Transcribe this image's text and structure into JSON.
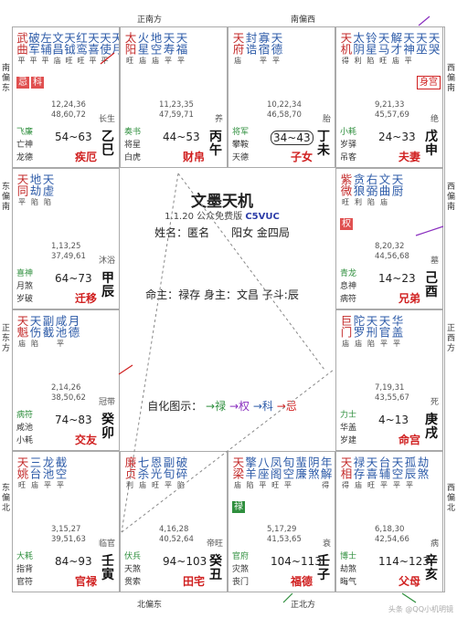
{
  "directions": {
    "top": [
      "正南方",
      "南偏西"
    ],
    "bottom": [
      "北偏东",
      "正北方"
    ],
    "left": [
      "南偏东",
      "东偏南",
      "正东方",
      "东偏北"
    ],
    "right": [
      "西偏南",
      "西偏南",
      "正西方",
      "西偏北"
    ]
  },
  "center": {
    "title": "文墨天机",
    "version": "1.1.20 公众免费版",
    "code": "C5VUC",
    "line1": "姓名：匿名　　阳女 金四局",
    "line2": "命主：禄存 身主：文昌 子斗:辰",
    "hua_label": "自化图示：",
    "hua_items": [
      "→禄",
      "→权",
      "→科",
      "→忌"
    ]
  },
  "palaces": [
    {
      "branch": "巳",
      "stem": "乙",
      "stars": [
        [
          "武",
          "曲",
          "平"
        ],
        [
          "破",
          "军",
          "平"
        ],
        [
          "左",
          "辅",
          "平"
        ],
        [
          "文",
          "昌",
          "庙"
        ],
        [
          "天",
          "钺",
          "旺"
        ],
        [
          "红",
          "鸾",
          "旺"
        ],
        [
          "天",
          "喜",
          "平"
        ],
        [
          "天",
          "使",
          "平"
        ],
        [
          "天",
          "月",
          ""
        ],
        [
          "大",
          "耗",
          ""
        ],
        [
          "龙",
          "德",
          ""
        ]
      ],
      "badges": [
        "忌",
        "科"
      ],
      "ages": [
        "12,24,36",
        "48,60,72"
      ],
      "stage": "长生",
      "gods": [
        "飞廉",
        "亡神",
        "龙德"
      ],
      "range": "54~63",
      "palace": "疾厄"
    },
    {
      "branch": "午",
      "stem": "丙",
      "stars": [
        [
          "太",
          "阳",
          "旺"
        ],
        [
          "火",
          "星",
          "庙"
        ],
        [
          "地",
          "空",
          "庙"
        ],
        [
          "天",
          "寿",
          "平"
        ],
        [
          "天",
          "福",
          "平"
        ]
      ],
      "badges": [],
      "ages": [
        "11,23,35",
        "47,59,71"
      ],
      "stage": "养",
      "gods": [
        "奏书",
        "将星",
        "白虎"
      ],
      "range": "44~53",
      "palace": "财帛"
    },
    {
      "branch": "未",
      "stem": "丁",
      "stars": [
        [
          "天",
          "府",
          "庙"
        ],
        [
          "封",
          "诰",
          ""
        ],
        [
          "寡",
          "宿",
          "平"
        ],
        [
          "天",
          "德",
          "平"
        ]
      ],
      "badges": [],
      "ages": [
        "10,22,34",
        "46,58,70"
      ],
      "stage": "胎",
      "gods": [
        "将军",
        "攀鞍",
        "天德"
      ],
      "range": "34~43",
      "palace": "子女"
    },
    {
      "branch": "申",
      "stem": "戊",
      "stars": [
        [
          "天",
          "机",
          "得"
        ],
        [
          "太",
          "阴",
          "利"
        ],
        [
          "铃",
          "星",
          "陷"
        ],
        [
          "天",
          "马",
          "旺"
        ],
        [
          "解",
          "才",
          "庙"
        ],
        [
          "天",
          "神",
          "平"
        ],
        [
          "天",
          "巫",
          ""
        ],
        [
          "天",
          "哭",
          ""
        ]
      ],
      "badges": [
        "身宫"
      ],
      "ages": [
        "9,21,33",
        "45,57,69"
      ],
      "stage": "绝",
      "gods": [
        "小耗",
        "岁驿",
        "吊客"
      ],
      "range": "24~33",
      "palace": "夫妻"
    },
    {
      "branch": "辰",
      "stem": "甲",
      "stars": [
        [
          "天",
          "同",
          "平"
        ],
        [
          "地",
          "劫",
          "陷"
        ],
        [
          "天",
          "虚",
          "陷"
        ]
      ],
      "badges": [],
      "ages": [
        "1,13,25",
        "37,49,61"
      ],
      "stage": "沐浴",
      "gods": [
        "喜神",
        "月煞",
        "岁破"
      ],
      "range": "64~73",
      "palace": "迁移"
    },
    {
      "branch": "酉",
      "stem": "己",
      "stars": [
        [
          "紫",
          "微",
          "旺"
        ],
        [
          "贪",
          "狼",
          "利"
        ],
        [
          "右",
          "弼",
          "陷"
        ],
        [
          "文",
          "曲",
          "庙"
        ],
        [
          "天",
          "厨",
          ""
        ]
      ],
      "badges": [
        "权"
      ],
      "ages": [
        "8,20,32",
        "44,56,68"
      ],
      "stage": "墓",
      "gods": [
        "青龙",
        "息神",
        "病符"
      ],
      "range": "14~23",
      "palace": "兄弟"
    },
    {
      "branch": "卯",
      "stem": "癸",
      "stars": [
        [
          "天",
          "魁",
          "庙"
        ],
        [
          "天",
          "伤",
          "陷"
        ],
        [
          "副",
          "截",
          ""
        ],
        [
          "咸",
          "池",
          "平"
        ],
        [
          "月",
          "德",
          ""
        ]
      ],
      "badges": [],
      "ages": [
        "2,14,26",
        "38,50,62"
      ],
      "stage": "冠带",
      "gods": [
        "病符",
        "咸池",
        "小耗"
      ],
      "range": "74~83",
      "palace": "交友"
    },
    {
      "branch": "戌",
      "stem": "庚",
      "stars": [
        [
          "巨",
          "门",
          "庙"
        ],
        [
          "陀",
          "罗",
          "庙"
        ],
        [
          "天",
          "刑",
          "陷"
        ],
        [
          "天",
          "官",
          "平"
        ],
        [
          "华",
          "盖",
          "平"
        ]
      ],
      "badges": [],
      "ages": [
        "7,19,31",
        "43,55,67"
      ],
      "stage": "死",
      "gods": [
        "力士",
        "华盖",
        "岁建"
      ],
      "range": "4~13",
      "palace": "命宫"
    },
    {
      "branch": "寅",
      "stem": "壬",
      "stars": [
        [
          "天",
          "姚",
          "旺"
        ],
        [
          "三",
          "台",
          "庙"
        ],
        [
          "龙",
          "池",
          "平"
        ],
        [
          "截",
          "空",
          "平"
        ]
      ],
      "badges": [],
      "ages": [
        "3,15,27",
        "39,51,63"
      ],
      "stage": "临官",
      "gods": [
        "大耗",
        "指背",
        "官符"
      ],
      "range": "84~93",
      "palace": "官禄"
    },
    {
      "branch": "丑",
      "stem": "癸",
      "stars": [
        [
          "廉",
          "贞",
          "利"
        ],
        [
          "七",
          "杀",
          "庙"
        ],
        [
          "恩",
          "光",
          "旺"
        ],
        [
          "副",
          "旬",
          "平"
        ],
        [
          "破",
          "碎",
          "陷"
        ]
      ],
      "badges": [],
      "ages": [
        "4,16,28",
        "40,52,64"
      ],
      "stage": "帝旺",
      "gods": [
        "伏兵",
        "天煞",
        "贯索"
      ],
      "range": "94~103",
      "palace": "田宅"
    },
    {
      "branch": "子",
      "stem": "壬",
      "stars": [
        [
          "天",
          "梁",
          "庙"
        ],
        [
          "擎",
          "羊",
          "陷"
        ],
        [
          "八",
          "座",
          "平"
        ],
        [
          "凤",
          "阁",
          "旺"
        ],
        [
          "旬",
          "空",
          "平"
        ],
        [
          "蜚",
          "廉",
          ""
        ],
        [
          "阴",
          "煞",
          ""
        ],
        [
          "年",
          "解",
          "得"
        ]
      ],
      "badges": [
        "禄"
      ],
      "ages": [
        "5,17,29",
        "41,53,65"
      ],
      "stage": "衰",
      "gods": [
        "官府",
        "灾煞",
        "丧门"
      ],
      "range": "104~113",
      "palace": "福德"
    },
    {
      "branch": "亥",
      "stem": "辛",
      "stars": [
        [
          "天",
          "相",
          "得"
        ],
        [
          "禄",
          "存",
          "庙"
        ],
        [
          "天",
          "喜",
          "旺"
        ],
        [
          "台",
          "辅",
          "平"
        ],
        [
          "天",
          "空",
          "平"
        ],
        [
          "孤",
          "辰",
          "平"
        ],
        [
          "劫",
          "煞",
          ""
        ]
      ],
      "badges": [],
      "ages": [
        "6,18,30",
        "42,54,66"
      ],
      "stage": "病",
      "gods": [
        "博士",
        "劫煞",
        "晦气"
      ],
      "range": "114~123",
      "palace": "父母"
    }
  ],
  "watermark": "头条 @QQ小机明镜"
}
